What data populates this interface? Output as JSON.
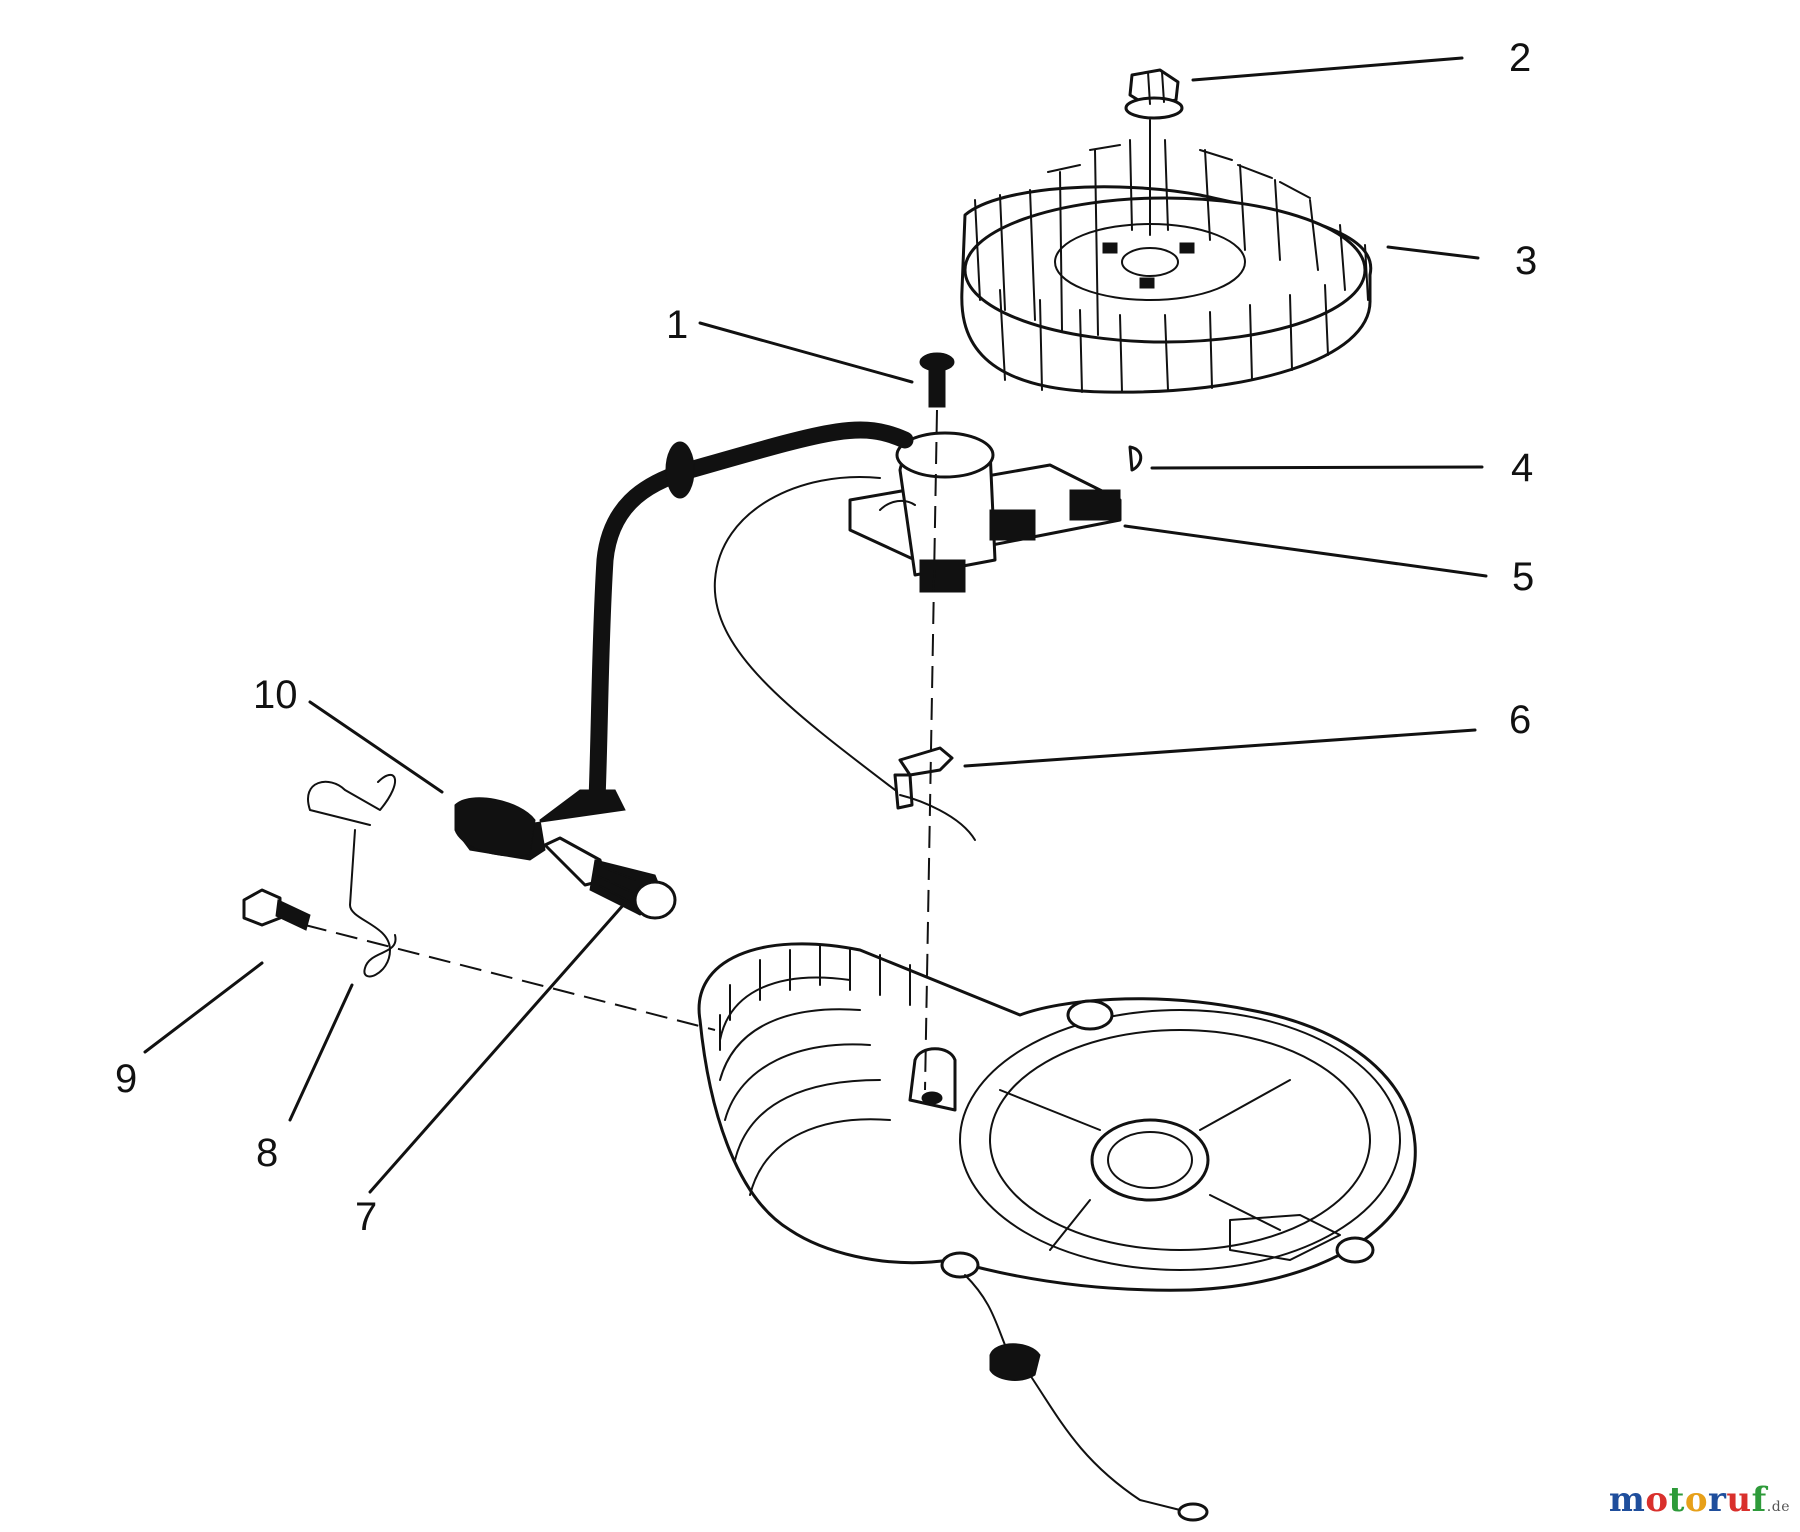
{
  "diagram": {
    "callouts": [
      {
        "id": "1",
        "text": "1"
      },
      {
        "id": "2",
        "text": "2"
      },
      {
        "id": "3",
        "text": "3"
      },
      {
        "id": "4",
        "text": "4"
      },
      {
        "id": "5",
        "text": "5"
      },
      {
        "id": "6",
        "text": "6"
      },
      {
        "id": "7",
        "text": "7"
      },
      {
        "id": "8",
        "text": "8"
      },
      {
        "id": "9",
        "text": "9"
      },
      {
        "id": "10",
        "text": "10"
      }
    ]
  },
  "watermark": {
    "text": "motoruf",
    "suffix": ".de",
    "colors": [
      "#1f4e9c",
      "#d9302c",
      "#2e9a3a",
      "#e7a019",
      "#1f4e9c",
      "#d9302c",
      "#2e9a3a"
    ]
  }
}
